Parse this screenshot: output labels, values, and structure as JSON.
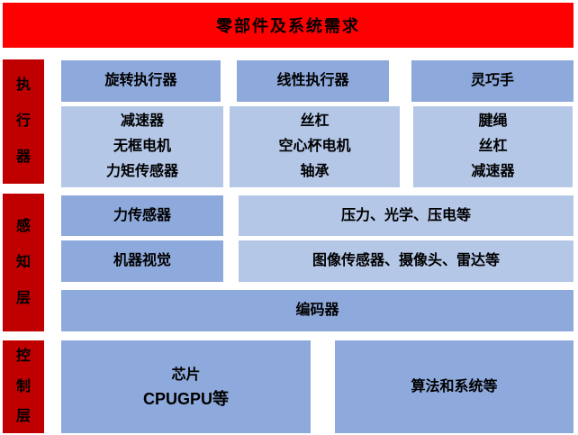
{
  "header": {
    "title": "零部件及系统需求"
  },
  "colors": {
    "banner_red": "#fe0000",
    "side_label_red": "#c00000",
    "box_blue_medium": "#8ea9db",
    "box_blue_light": "#b4c7e7",
    "text": "#000000"
  },
  "side_labels": {
    "actuator": "执行器",
    "perception": "感知层",
    "control": "控制层"
  },
  "actuator": {
    "rotary": "旋转执行器",
    "linear": "线性执行器",
    "dexterous_hand": "灵巧手",
    "rotary_parts": [
      "减速器",
      "无框电机",
      "力矩传感器"
    ],
    "linear_parts": [
      "丝杠",
      "空心杯电机",
      "轴承"
    ],
    "hand_parts": [
      "腱绳",
      "丝杠",
      "减速器"
    ]
  },
  "perception": {
    "force_sensor": "力传感器",
    "force_sensor_types": "压力、光学、压电等",
    "machine_vision": "机器视觉",
    "machine_vision_types": "图像传感器、摄像头、雷达等",
    "encoder": "编码器"
  },
  "control": {
    "chip": "芯片",
    "chip_detail": "CPUGPU等",
    "algorithm": "算法和系统等"
  }
}
